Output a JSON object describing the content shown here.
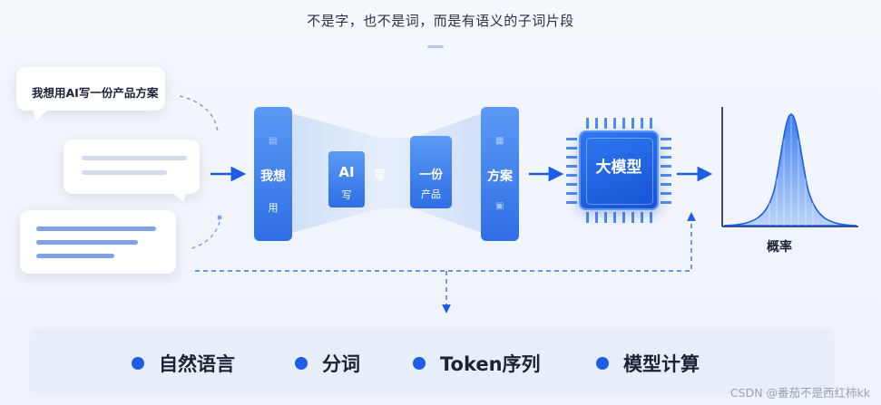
{
  "title": "不是字，也不是词，而是有语义的子词片段",
  "input_bubble": {
    "text": "我想用AI写一份产品方案"
  },
  "tokens": [
    {
      "main": "我想",
      "sub": "用"
    },
    {
      "main": "AI",
      "sub": "写"
    },
    {
      "main": "写",
      "sub": ""
    },
    {
      "main": "一份",
      "sub": "产品"
    },
    {
      "main": "方案",
      "sub": ""
    }
  ],
  "model": {
    "label": "大模型"
  },
  "output": {
    "label": "概率"
  },
  "legend": [
    "自然语言",
    "分词",
    "Token序列",
    "模型计算"
  ],
  "watermark": "CSDN @番茄不是西红柿kk",
  "colors": {
    "accent": "#1e5ee6",
    "block": "#3b82f0",
    "chip": "#1f62e3"
  }
}
